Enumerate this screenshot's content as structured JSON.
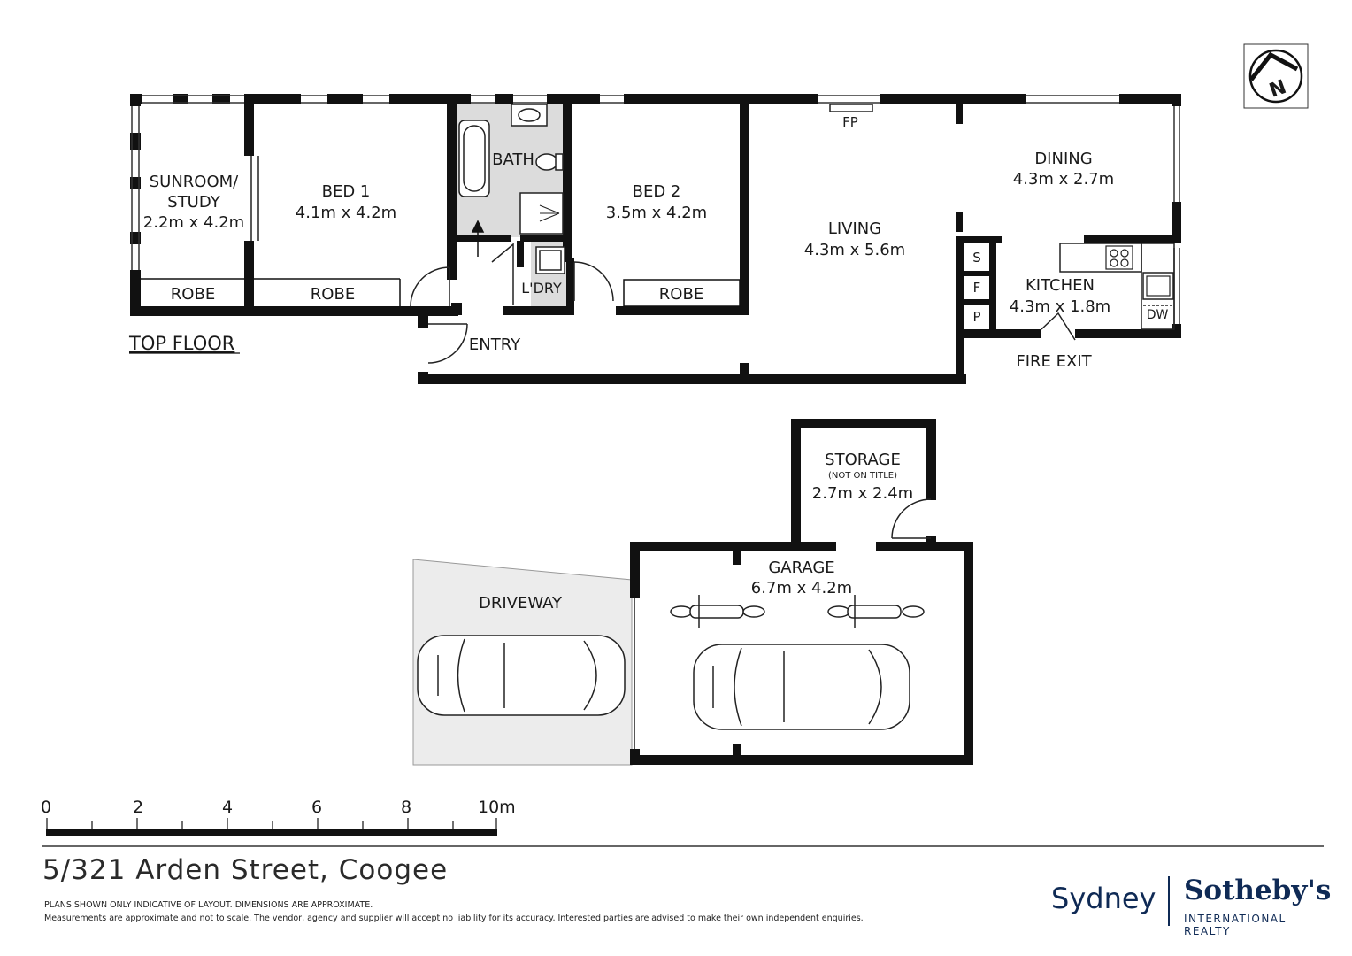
{
  "floor_label": "TOP FLOOR",
  "rooms": {
    "sunroom": {
      "name_1": "SUNROOM/",
      "name_2": "STUDY",
      "dims": "2.2m x 4.2m"
    },
    "bed1": {
      "name": "BED 1",
      "dims": "4.1m x 4.2m"
    },
    "bath": {
      "name": "BATH"
    },
    "bed2": {
      "name": "BED 2",
      "dims": "3.5m x 4.2m"
    },
    "living": {
      "name": "LIVING",
      "dims": "4.3m x 5.6m"
    },
    "dining": {
      "name": "DINING",
      "dims": "4.3m x 2.7m"
    },
    "kitchen": {
      "name": "KITCHEN",
      "dims": "4.3m x 1.8m"
    },
    "laundry": {
      "name": "L'DRY"
    },
    "entry": {
      "name": "ENTRY"
    },
    "storage": {
      "name": "STORAGE",
      "note": "(NOT ON TITLE)",
      "dims": "2.7m x 2.4m"
    },
    "garage": {
      "name": "GARAGE",
      "dims": "6.7m x 4.2m"
    },
    "driveway": {
      "name": "DRIVEWAY"
    }
  },
  "fixtures": {
    "robe": "ROBE",
    "fireplace": "FP",
    "fire_exit": "FIRE EXIT",
    "dishwasher": "DW",
    "shelf_s": "S",
    "shelf_f": "F",
    "shelf_p": "P"
  },
  "compass": {
    "letter": "N"
  },
  "scale": {
    "labels": [
      "0",
      "2",
      "4",
      "6",
      "8",
      "10m"
    ]
  },
  "footer": {
    "address": "5/321 Arden Street, Coogee",
    "disclaimer_1": "PLANS SHOWN ONLY INDICATIVE OF LAYOUT. DIMENSIONS ARE APPROXIMATE.",
    "disclaimer_2": "Measurements are approximate and not to scale. The vendor, agency and supplier will accept no liability for its accuracy. Interested parties are advised to make their own independent enquiries."
  },
  "brand": {
    "city": "Sydney",
    "name": "Sotheby's",
    "sub": "INTERNATIONAL REALTY"
  },
  "colors": {
    "wall": "#111111",
    "tile": "#d9d9d9",
    "driveway": "#ececec",
    "brand": "#0f2a55"
  }
}
